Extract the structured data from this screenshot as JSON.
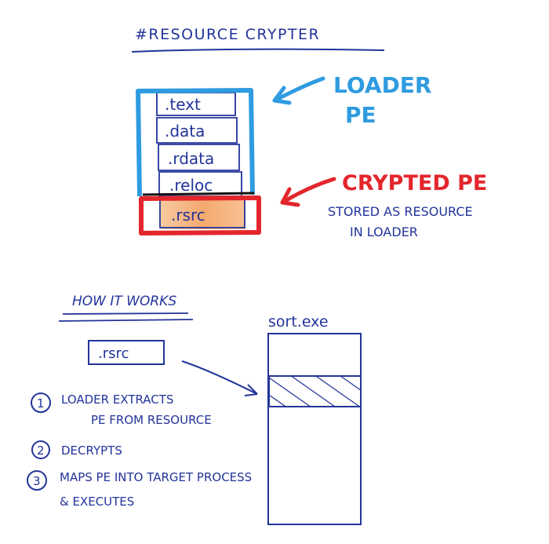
{
  "title": "#RESOURCE CRYPTER",
  "sections_stack": [
    ".text",
    ".data",
    ".rdata",
    ".reloc",
    ".rsrc"
  ],
  "loader_label_line1": "LOADER",
  "loader_label_line2": "PE",
  "crypted_label": "CRYPTED PE",
  "stored_line1": "STORED AS RESOURCE",
  "stored_line2": "IN LOADER",
  "how_heading": "HOW IT WORKS",
  "rsrc_box_label": ".rsrc",
  "target_label": "sort.exe",
  "steps": [
    {
      "num": "1",
      "line1": "LOADER EXTRACTS",
      "line2": "PE FROM RESOURCE"
    },
    {
      "num": "2",
      "line1": "DECRYPTS",
      "line2": ""
    },
    {
      "num": "3",
      "line1": "MAPS PE INTO TARGET PROCESS",
      "line2": "& EXECUTES"
    }
  ],
  "colors": {
    "ink_blue": "#23349a",
    "loader_blue": "#2f9be0",
    "red": "#e3262c",
    "orange_fill": "#f6a55e",
    "navy": "#1e2a8a"
  }
}
